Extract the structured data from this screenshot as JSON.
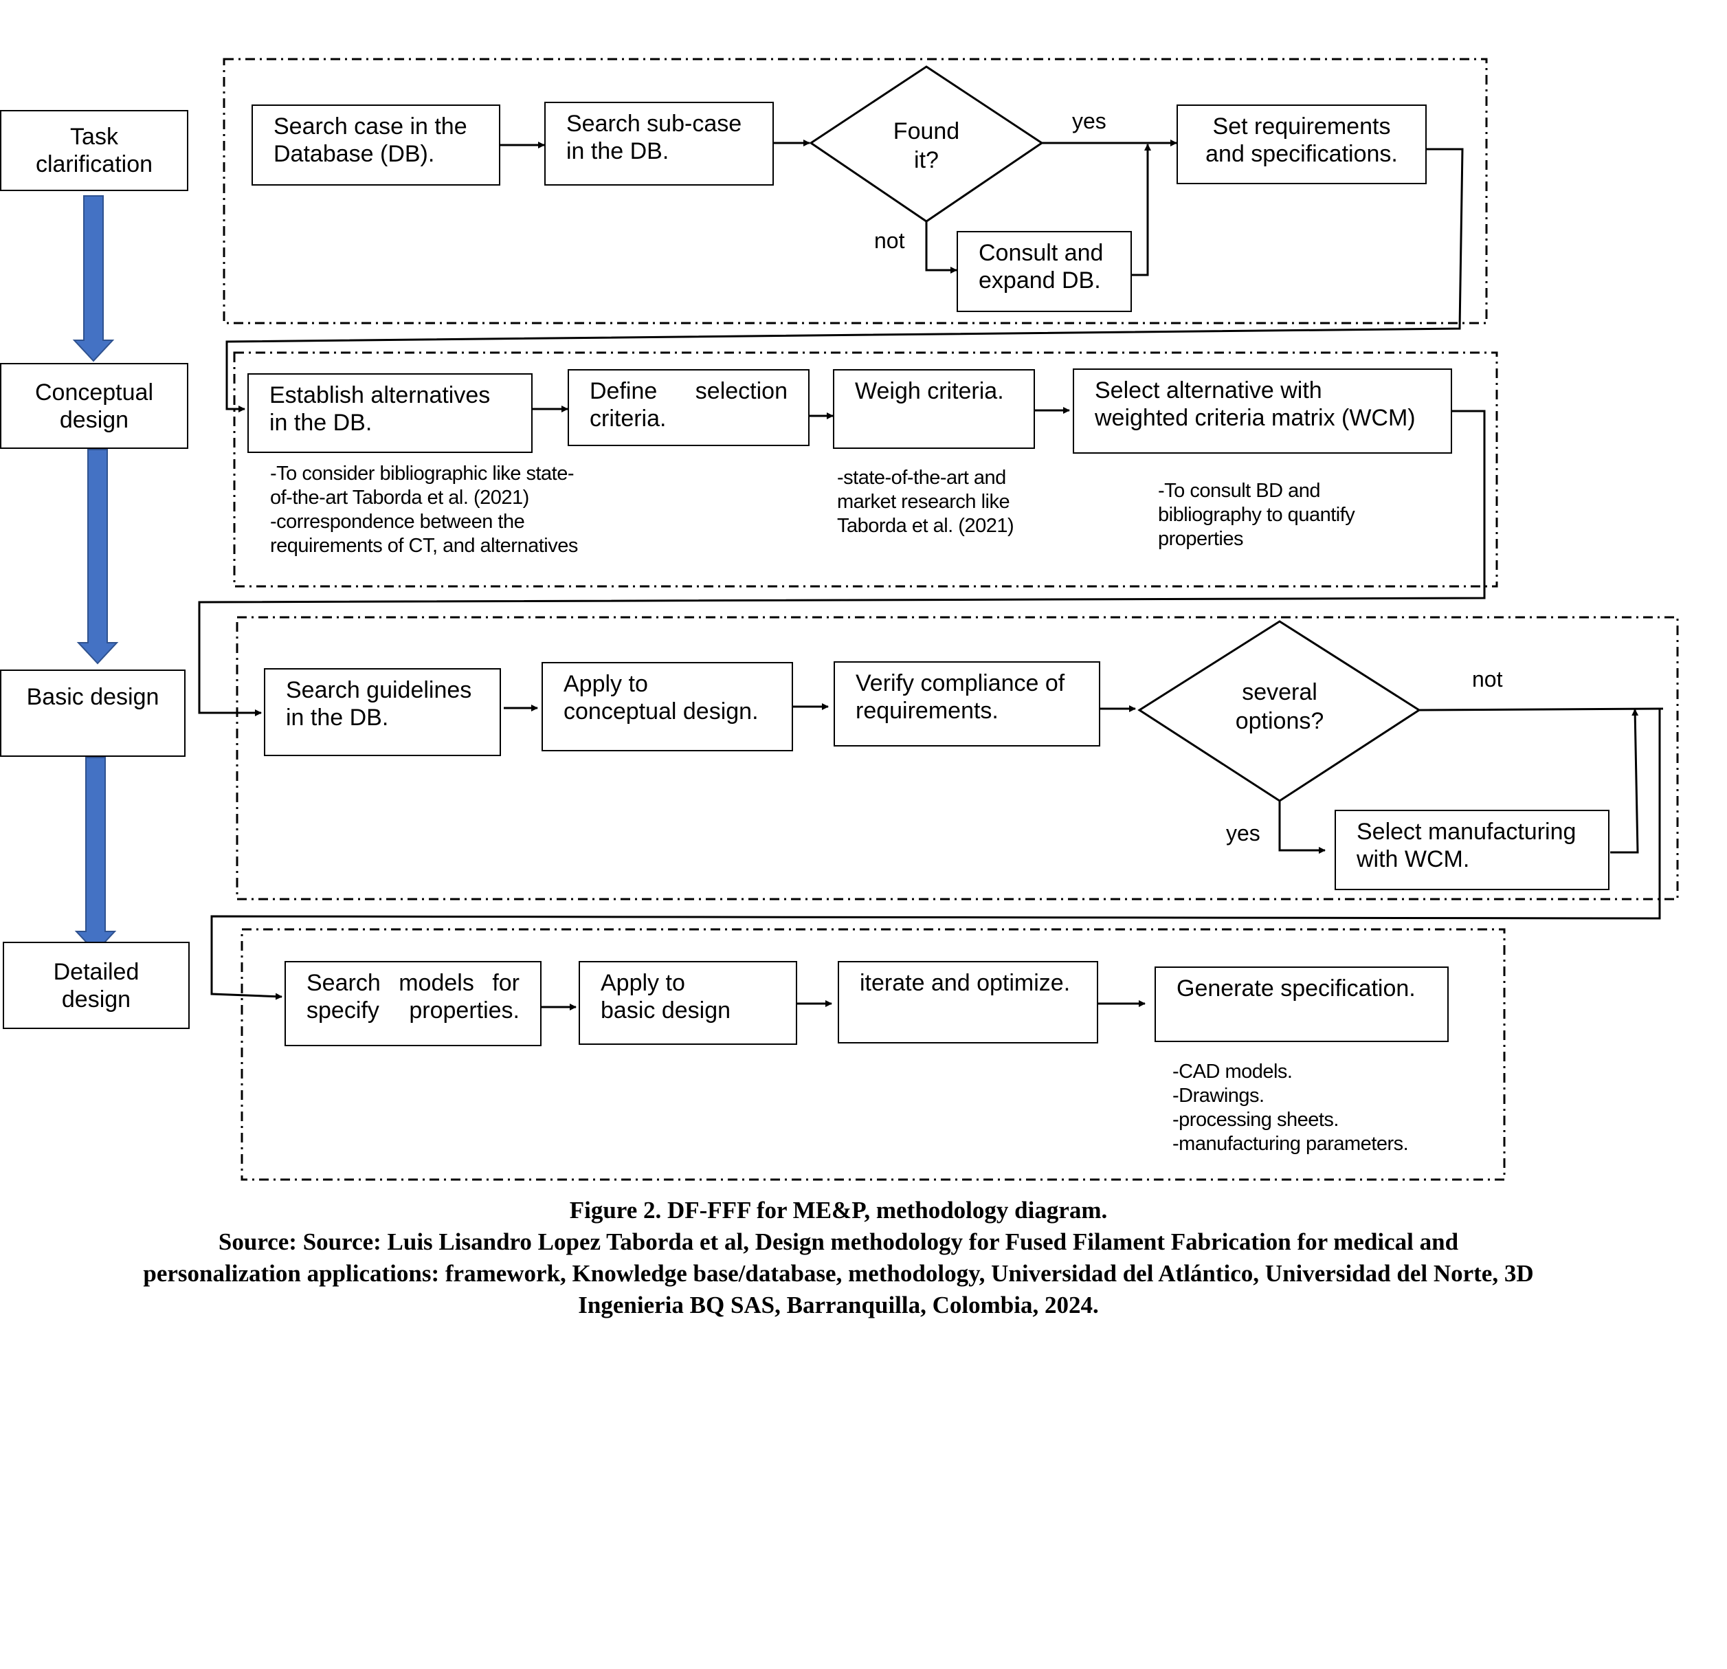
{
  "stages": {
    "task": "Task\nclarification",
    "conceptual": "Conceptual\ndesign",
    "basic": "Basic design",
    "detailed": "Detailed\ndesign"
  },
  "task_clarification": {
    "search_case": "Search case in the\nDatabase (DB).",
    "search_subcase": "Search sub-case\nin the DB.",
    "found_it": "Found\nit?",
    "yes_label": "yes",
    "not_label": "not",
    "consult_expand": "Consult and\nexpand DB.",
    "set_requirements": "Set requirements\nand specifications."
  },
  "conceptual_design": {
    "establish_alternatives": "Establish alternatives\nin the DB.",
    "define_selection": "Define selection\ncriteria.",
    "weigh_criteria": "Weigh criteria.",
    "select_alternative": "Select alternative with\nweighted criteria matrix (WCM)",
    "note_bibliographic": "-To consider bibliographic like state-\nof-the-art Taborda et al. (2021)\n-correspondence between the\nrequirements of CT, and alternatives",
    "note_market": "-state-of-the-art and\nmarket research like\nTaborda et al. (2021)",
    "note_consult": "-To consult BD and\nbibliography to quantify\nproperties"
  },
  "basic_design": {
    "search_guidelines": "Search guidelines\nin the DB.",
    "apply_conceptual": "Apply to\nconceptual design.",
    "verify_compliance": "Verify compliance of\nrequirements.",
    "several_options": "several\noptions?",
    "not_label": "not",
    "yes_label": "yes",
    "select_manufacturing": "Select manufacturing\nwith WCM."
  },
  "detailed_design": {
    "search_models": "Search models for\nspecify properties.",
    "apply_basic": "Apply to\n basic design",
    "iterate_optimize": "iterate and optimize.",
    "generate_spec": "Generate specification.",
    "note_outputs": "-CAD models.\n-Drawings.\n-processing sheets.\n-manufacturing parameters."
  },
  "caption": {
    "title": "Figure 2. DF-FFF for ME&P, methodology diagram.",
    "source": "Source:  Source: Luis Lisandro Lopez Taborda et al, Design methodology for Fused Filament Fabrication for medical and personalization applications: framework, Knowledge base/database, methodology, Universidad del Atlántico, Universidad del Norte, 3D Ingenieria BQ SAS, Barranquilla, Colombia, 2024."
  },
  "colors": {
    "stage_arrow": "#4472c4",
    "stage_arrow_stroke": "#2f528f",
    "line": "#000000"
  }
}
